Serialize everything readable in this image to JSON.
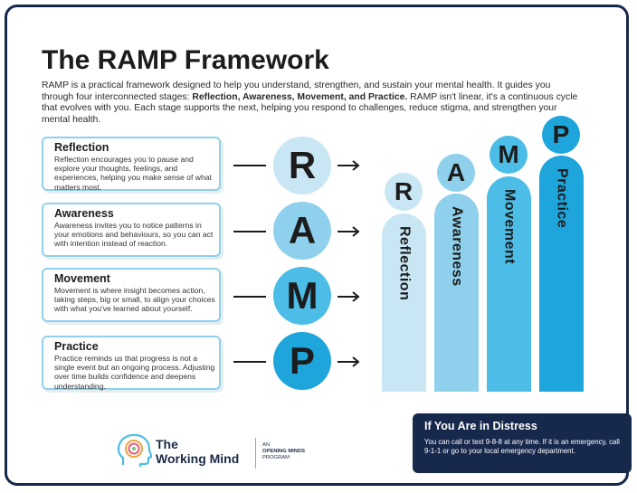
{
  "title": "The RAMP Framework",
  "intro": {
    "part1": "RAMP is a practical framework designed to help you understand, strengthen, and sustain your mental health. It guides you through four interconnected stages: ",
    "bold": "Reflection, Awareness, Movement, and Practice.",
    "part2": " RAMP isn't linear, it's a continuous cycle that evolves with you. Each stage supports the next, helping you respond to challenges, reduce stigma, and strengthen your mental health."
  },
  "stages": [
    {
      "letter": "R",
      "title": "Reflection",
      "body": "Reflection encourages you to pause and explore your thoughts, feelings, and experiences, helping you make sense of what matters most.",
      "bar_label": "Reflection"
    },
    {
      "letter": "A",
      "title": "Awareness",
      "body": "Awareness invites you to notice patterns in your emotions and behaviours, so you can act with intention instead of reaction.",
      "bar_label": "Awareness"
    },
    {
      "letter": "M",
      "title": "Movement",
      "body": "Movement is where insight becomes action, taking steps, big or small, to align your choices with what you've learned about yourself.",
      "bar_label": "Movement"
    },
    {
      "letter": "P",
      "title": "Practice",
      "body": "Practice reminds us that progress is not a single event but an ongoing process. Adjusting over time builds confidence and deepens understanding.",
      "bar_label": "Practice"
    }
  ],
  "colors": {
    "navy": "#17284d",
    "light_blue": "#c8e6f4",
    "mid_blue": "#8fd0ec",
    "blue": "#4cbde6",
    "bright_blue": "#1ea5dc"
  },
  "logo": {
    "line1": "The",
    "line2": "Working Mind",
    "program_line1": "AN",
    "program_line2": "OPENING MINDS",
    "program_line3": "PROGRAM",
    "icon": "head-spiral-icon"
  },
  "distress": {
    "title": "If You Are in Distress",
    "body": "You can call or text  9-8-8 at any time. If it is an emergency, call 9-1-1 or go to your local emergency department."
  }
}
